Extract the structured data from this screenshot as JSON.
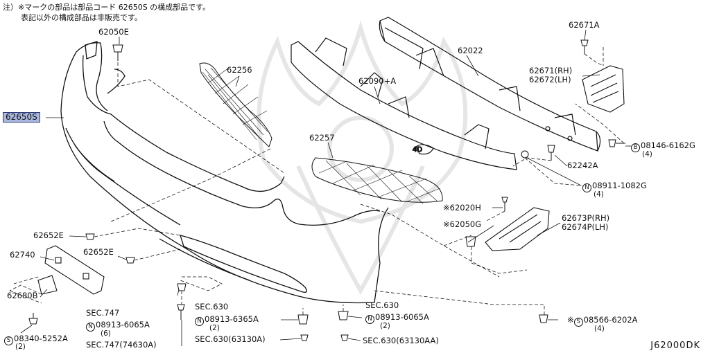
{
  "note": {
    "line1": "注）※マークの部品は部品コード 62650S の構成部品です。",
    "line2": "表記以外の構成部品は非販売です。"
  },
  "labels": {
    "p62050E": "62050E",
    "p62650S": "62650S",
    "p62256": "62256",
    "p62022": "62022",
    "p62671A": "62671A",
    "p62671RH": "62671(RH)",
    "p62672LH": "62672(LH)",
    "p62090A": "62090+A",
    "p62257": "62257",
    "p08146_6162G": "08146-6162G",
    "p08146_qty": "(4)",
    "p62242A": "62242A",
    "p08911_1082G": "08911-1082G",
    "p08911_qty": "(4)",
    "p62020H": "62020H",
    "p62050G": "62050G",
    "p62673P": "62673P(RH)",
    "p62674P": "62674P(LH)",
    "p62652E_a": "62652E",
    "p62652E_b": "62652E",
    "p62740": "62740",
    "p62680B": "62680B",
    "sec747_a": "SEC.747",
    "p08913_6065A_l": "08913-6065A",
    "p08913_6065A_l_qty": "(6)",
    "sec747_b": "SEC.747(74630A)",
    "sec630_a": "SEC.630",
    "p08913_6365A": "08913-6365A",
    "p08913_6365A_qty": "(2)",
    "sec630_b": "SEC.630(63130A)",
    "sec630_c": "SEC.630",
    "p08913_6065A_r": "08913-6065A",
    "p08913_6065A_r_qty": "(2)",
    "sec630_d": "SEC.630(63130AA)",
    "p08566_6202A": "08566-6202A",
    "p08566_qty": "(4)",
    "p08340_5252A": "08340-5252A",
    "p08340_qty": "(2)",
    "ref_code": "J62000DK"
  },
  "symbols": {
    "asterisk": "※",
    "bolt_b": "B",
    "nut_n": "N",
    "screw_s": "S"
  },
  "colors": {
    "highlight": "#aab8e0",
    "line": "#111111",
    "watermark": "#e6e6e6"
  }
}
